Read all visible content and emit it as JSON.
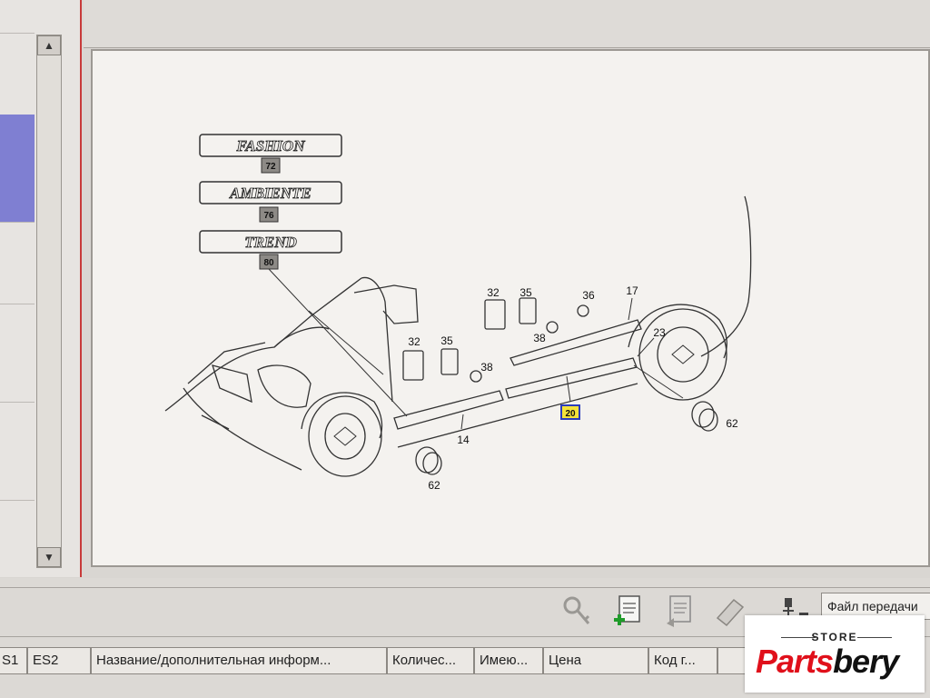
{
  "diagram": {
    "labels": [
      {
        "text": "FASHION",
        "ref": "72"
      },
      {
        "text": "AMBIENTE",
        "ref": "76"
      },
      {
        "text": "TREND",
        "ref": "80"
      }
    ],
    "callouts": [
      "32",
      "35",
      "38",
      "32",
      "35",
      "38",
      "36",
      "17",
      "23",
      "14",
      "20",
      "62",
      "62"
    ],
    "highlighted_callout": "20"
  },
  "toolbar": {
    "icons": [
      "key-tool-icon",
      "add-document-icon",
      "export-document-icon",
      "eraser-icon",
      "transfer-icon"
    ],
    "file_transfer_label": "Файл передачи"
  },
  "table_header": {
    "columns": [
      "S1",
      "ES2",
      "Название/дополнительная информ...",
      "Количес...",
      "Имею...",
      "Цена",
      "Код г...",
      ""
    ]
  },
  "watermark": {
    "store": "STORE",
    "name_part1": "Parts",
    "name_part2": "bery"
  },
  "colors": {
    "selection": "#7f7fd2",
    "highlight_callout_bg": "#f4e23a",
    "highlight_callout_border": "#2b3dbb",
    "brand_red": "#e0101b"
  }
}
